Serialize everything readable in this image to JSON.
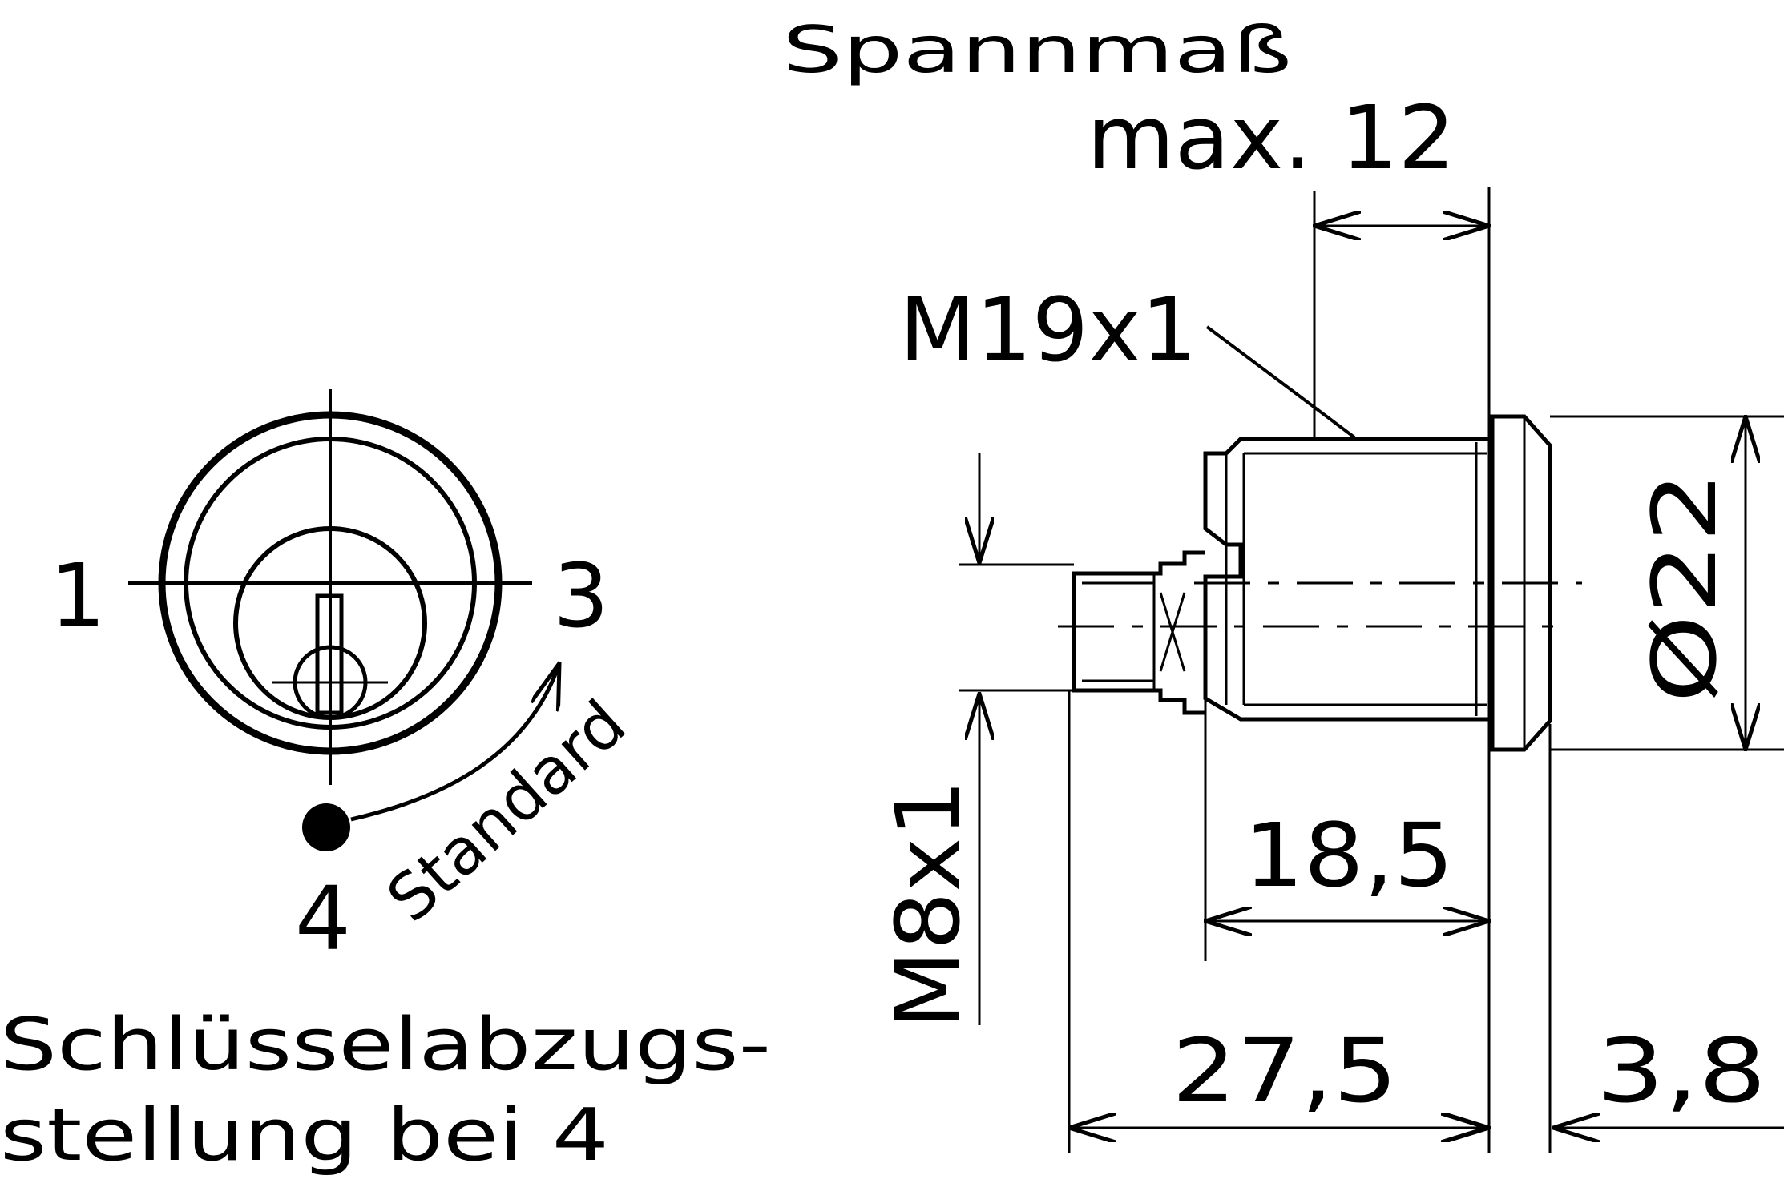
{
  "front_view": {
    "position_1": "1",
    "position_3": "3",
    "position_4": "4",
    "rotation_label": "Standard",
    "key_withdrawal_line1": "Schlüsselabzugs-",
    "key_withdrawal_line2": "stellung bei 4"
  },
  "side_view": {
    "clamp_label": "Spannmaß",
    "clamp_value": "max. 12",
    "thread_main": "M19x1",
    "thread_shaft": "M8x1",
    "diameter": "Ø22",
    "dim_18_5": "18,5",
    "dim_27_5": "27,5",
    "dim_3_8": "3,8"
  },
  "colors": {
    "ink": "#000000",
    "paper": "#ffffff"
  }
}
